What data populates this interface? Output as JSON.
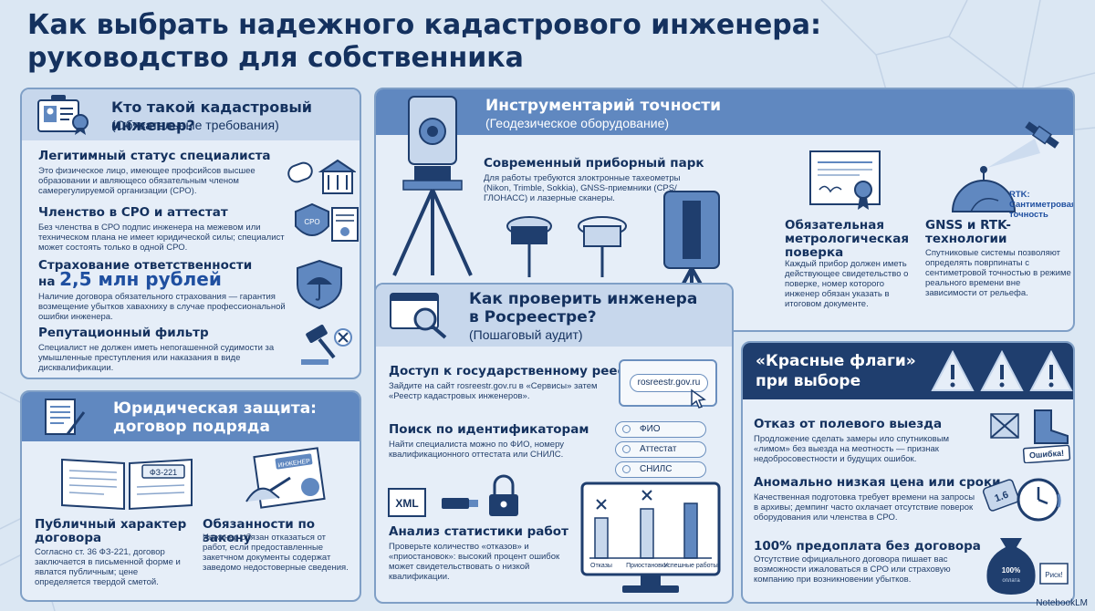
{
  "title": {
    "line1": "Как выбрать надежного кадастрового инженера:",
    "line2": "руководство для собственника"
  },
  "who": {
    "title": "Кто такой кадастровый инженер?",
    "subtitle": "(Обязательные требования)",
    "items": [
      {
        "heading": "Легитимный статус специалиста",
        "text": "Это физическое лицо, имеющее профсийсов высшее образовании и авляющесо обязательным членом самерегулируемой организации (СРО)."
      },
      {
        "heading": "Членство в СРО и аттестат",
        "text": "Без членства в СРО подпис инженера на межевом или техническом плана не имеет юридической силы; специалист может состоять только в одной СРО."
      },
      {
        "heading_prefix": "Страхование ответственности",
        "heading_na": "на",
        "heading_amount": "2,5 млн рублей",
        "text": "Наличие договора обязательного страхования — гарантия возмещение убытков хавахниху в случае профессиональной ошибки инженера."
      },
      {
        "heading": "Репутационный фильтр",
        "text": "Специалист не должен иметь непогашенной судимости за умышленные преступления или наказания в виде дисквалификации."
      }
    ]
  },
  "legal": {
    "title_line1": "Юридическая защита:",
    "title_line2": "договор подряда",
    "doc_label": "ФЗ-221",
    "engineer_label": "ИНЖЕНЕР",
    "items": [
      {
        "heading": "Публичный характер договора",
        "text": "Согласно ст. 36 ФЗ-221, договор заключается в письменной форме и явлатся публичным; цене определяется твердой сметой."
      },
      {
        "heading": "Обязанности по закону",
        "text": "Инженер обязан отказаться от работ, если предоставленные закетчном документы содержат заведомо недостоверные сведения."
      }
    ]
  },
  "tools": {
    "title": "Инструментарий точности",
    "subtitle": "(Геодезическое оборудование)",
    "fleet_heading": "Современный приборный парк",
    "fleet_text": "Для работы требуются злоктронные тахеометры (Nikon, Trimble, Sokkia), GNSS-приемники (CPS/ГЛОНАСС) и лазерные сканеры.",
    "calib_heading": "Обязательная метрологическая поверка",
    "calib_text": "Каждый прибор должен иметь действующее свидетельство о поверке, номер которого инженер обязан указать в итоговом документе.",
    "gnss_heading": "GNSS и RTK-технологии",
    "gnss_text": "Спутниковые системы позволяют определять поврпинаты с сентиметровой точностью в режиме реального времени вне зависимости от рельефа.",
    "rtk_label": "RTK: Сантиметровая точность"
  },
  "check": {
    "title_line1": "Как проверить инженера",
    "title_line2": "в Росреестре?",
    "subtitle": "(Пошаговый аудит)",
    "items": [
      {
        "heading": "Доступ к государственному реестру",
        "text": "Зайдите на сайт rosreestr.gov.ru в «Сервисы» затем «Реестр кадастровых инженеров»."
      },
      {
        "heading": "Поиск по идентификаторам",
        "text": "Найти специалиста можно по ФИО, номеру квалификационного оттестата или СНИЛС."
      },
      {
        "heading": "Анализ статистики работ",
        "text": "Проверьте количество «отказов» и «приостановок»: высокий процент ошибок может свидетельствовать о низкой квалификации."
      }
    ],
    "url": "rosreestr.gov.ru",
    "tags": [
      "ФИО",
      "Аттестат",
      "СНИЛС"
    ],
    "xml_label": "XML",
    "chart_labels": [
      "Отказы",
      "Приостановки",
      "Успешные работы"
    ]
  },
  "flags": {
    "title_line1": "«Красные флаги»",
    "title_line2": "при выборе",
    "stamp_label": "Ошибка!",
    "clock_label": "1.6",
    "bag_label": "100% оплата",
    "risk_label": "Риск!",
    "items": [
      {
        "heading": "Отказ от полевого выезда",
        "text": "Продложение сделать замеры ило спутниковым «лимом» без выезда на меотность — признак недобросовестности и будущих ошибок."
      },
      {
        "heading": "Аномально низкая цена или сроки",
        "text": "Качественная подготовка требует времени на запросы в архивы; демпинг часто охлачает отсутствие поверок оборудования или членства в СРО."
      },
      {
        "heading": "100% предоплата без договора",
        "text": "Отсутствие официального договора пишает вас возможности ижаловаться в СРО или страховую компанию при возникновении убытков."
      }
    ]
  },
  "brand": "NotebookLM",
  "colors": {
    "background": "#dbe7f3",
    "header_blue": "#6088c0",
    "header_dark": "#1f3e6e",
    "text_navy": "#14315e",
    "panel": "#e6eef8"
  }
}
